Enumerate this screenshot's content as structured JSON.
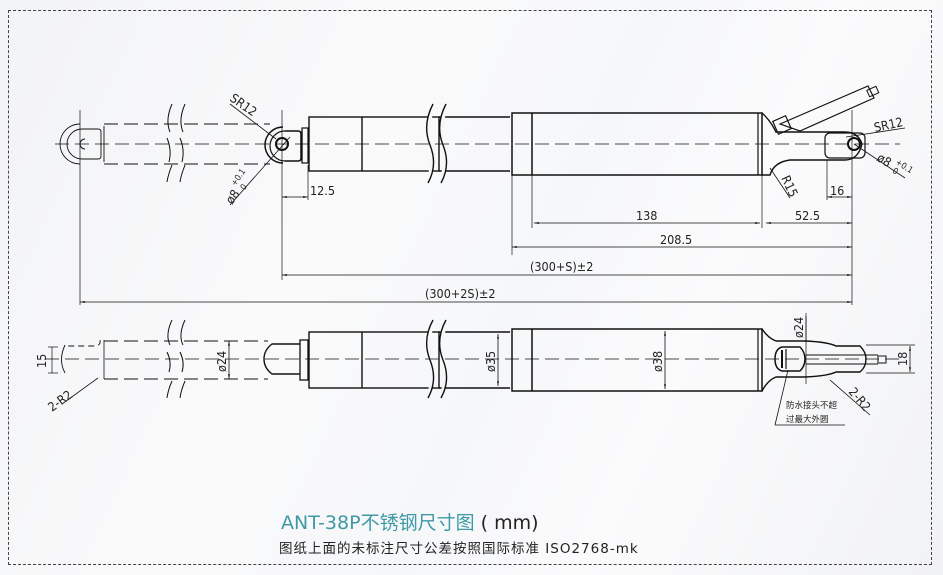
{
  "title": {
    "model": "ANT-38P",
    "name": "不锈钢尺寸图",
    "unit": "( mm)"
  },
  "subtitle": "图纸上面的未标注尺寸公差按照国际标准 ISO2768-mk",
  "top_view": {
    "left_eye": {
      "radius_label": "SR12",
      "hole_label": "ø8",
      "tol_upper": "+0.1",
      "tol_lower": "0"
    },
    "right_eye": {
      "radius_label": "SR12",
      "hole_label": "ø8",
      "tol_upper": "+0.1",
      "tol_lower": "0"
    },
    "fillet_label": "R15",
    "dims": {
      "eye_offset": "12.5",
      "eye_width": "16",
      "body_length": "138",
      "tail_length": "52.5",
      "housing_length": "208.5",
      "retracted_length": "(300+S)±2",
      "extended_length": "(300+2S)±2"
    }
  },
  "side_view": {
    "dims": {
      "slot_width": "15",
      "left_fillet": "2-R2",
      "rod_dia": "ø24",
      "tube_dia": "ø35",
      "body_dia": "ø38",
      "neck_dia": "ø24",
      "tail_width": "18",
      "right_fillet": "2-R2"
    },
    "note_line1": "防水接头不超",
    "note_line2": "过最大外圆"
  },
  "colors": {
    "accent": "#3f9aa6",
    "line": "#111111",
    "background": "#f4f5f7"
  }
}
